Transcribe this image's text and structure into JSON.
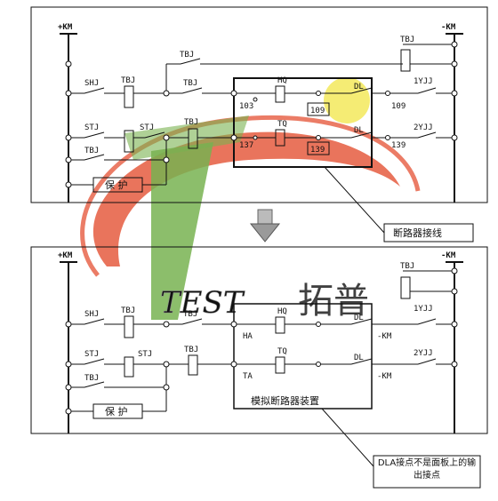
{
  "top": {
    "plus": "+KM",
    "minus": "-KM",
    "shj": "SHJ",
    "stj": "STJ",
    "tbj_relay": "TBJ",
    "tbj_contact": "TBJ",
    "tbj_top": "TBJ",
    "tbj_right": "TBJ",
    "tbj_stj": "TBJ",
    "hq": "HQ",
    "tq": "TQ",
    "n103": "103",
    "n109a": "109",
    "n109b": "109",
    "n137": "137",
    "n139a": "139",
    "n139b": "139",
    "dl1": "DL",
    "dl2": "DL",
    "yjj1": "1YJJ",
    "yjj2": "2YJJ",
    "protect": "保 护",
    "callout": "断路器接线"
  },
  "bottom": {
    "plus": "+KM",
    "minus": "-KM",
    "shj": "SHJ",
    "stj": "STJ",
    "tbj_relay": "TBJ",
    "tbj_contact": "TBJ",
    "tbj_right": "TBJ",
    "tbj_stj": "TBJ",
    "hq": "HQ",
    "tq": "TQ",
    "ha": "HA",
    "ta": "TA",
    "dl1": "DL",
    "dl2": "DL",
    "km1": "-KM",
    "km2": "-KM",
    "yjj1": "1YJJ",
    "yjj2": "2YJJ",
    "protect": "保 护",
    "sim_label": "模拟断路器装置",
    "callout": "DLA接点不是面板上的输出接点"
  },
  "watermark": {
    "brand_cn": "拓普",
    "brand_en": "TEST"
  },
  "colors": {
    "line": "#111111",
    "wm_red": "#e24a2a",
    "wm_green": "#6aaa3e",
    "wm_yellow": "#f2e64a"
  }
}
